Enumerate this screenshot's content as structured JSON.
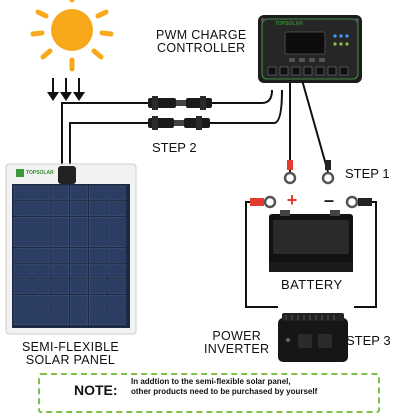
{
  "controller": {
    "title_line1": "PWM CHARGE",
    "title_line2": "CONTROLLER",
    "brand": "TOPSOLAR"
  },
  "steps": {
    "step1": "STEP 1",
    "step2": "STEP 2",
    "step3": "STEP 3"
  },
  "battery": {
    "label": "BATTERY",
    "positive_symbol": "+",
    "negative_symbol": "–"
  },
  "inverter": {
    "label_line1": "POWER",
    "label_line2": "INVERTER"
  },
  "panel": {
    "label_line1": "SEMI-FLEXIBLE",
    "label_line2": "SOLAR PANEL",
    "brand": "TOPSOLAR"
  },
  "note": {
    "title": "NOTE:",
    "line1": "In addtion to the semi-flexible solar panel,",
    "line2": "other products need to be purchased by yourself"
  },
  "colors": {
    "sun": "#f7a81b",
    "positive": "#e53a2f",
    "negative": "#222222",
    "note_border": "#7cc14a",
    "brand_green": "#2e8b2e"
  }
}
